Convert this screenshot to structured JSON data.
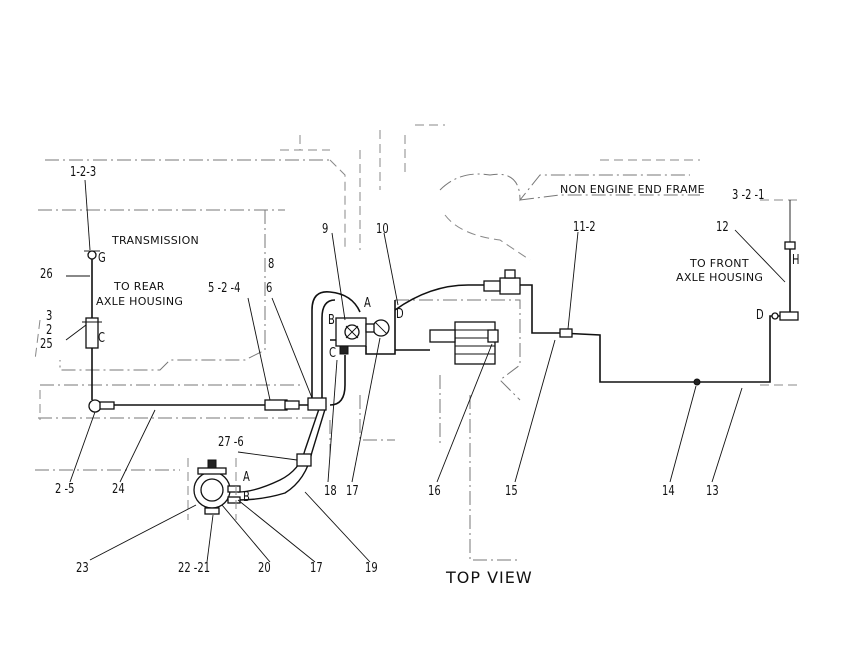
{
  "diagram": {
    "view_title": "TOP VIEW",
    "captions": {
      "frame": "NON ENGINE END FRAME",
      "transmission": "TRANSMISSION",
      "rear_axle_line1": "TO REAR",
      "rear_axle_line2": "AXLE HOUSING",
      "front_axle_line1": "TO FRONT",
      "front_axle_line2": "AXLE HOUSING"
    },
    "callouts": {
      "c_1_2_3": "1-2-3",
      "c_26": "26",
      "c_3": "3",
      "c_2": "2",
      "c_25": "25",
      "c_2_5": "2 -5",
      "c_24": "24",
      "c_5_2_4": "5 -2 -4",
      "c_8": "8",
      "c_6": "6",
      "c_9": "9",
      "c_10": "10",
      "c_11_2": "11-2",
      "c_3_2_1": "3 -2 -1",
      "c_12": "12",
      "c_27_6": "27 -6",
      "c_18": "18",
      "c_17a": "17",
      "c_16": "16",
      "c_15": "15",
      "c_14": "14",
      "c_13": "13",
      "c_23": "23",
      "c_22_21": "22 -21",
      "c_20": "20",
      "c_17b": "17",
      "c_19": "19"
    },
    "port_letters": {
      "g": "G",
      "c_left": "C",
      "b_valve": "B",
      "a_valve": "A",
      "c_valve": "C",
      "d_valve": "D",
      "a_pump": "A",
      "b_pump": "B",
      "h": "H",
      "d_right": "D"
    }
  }
}
